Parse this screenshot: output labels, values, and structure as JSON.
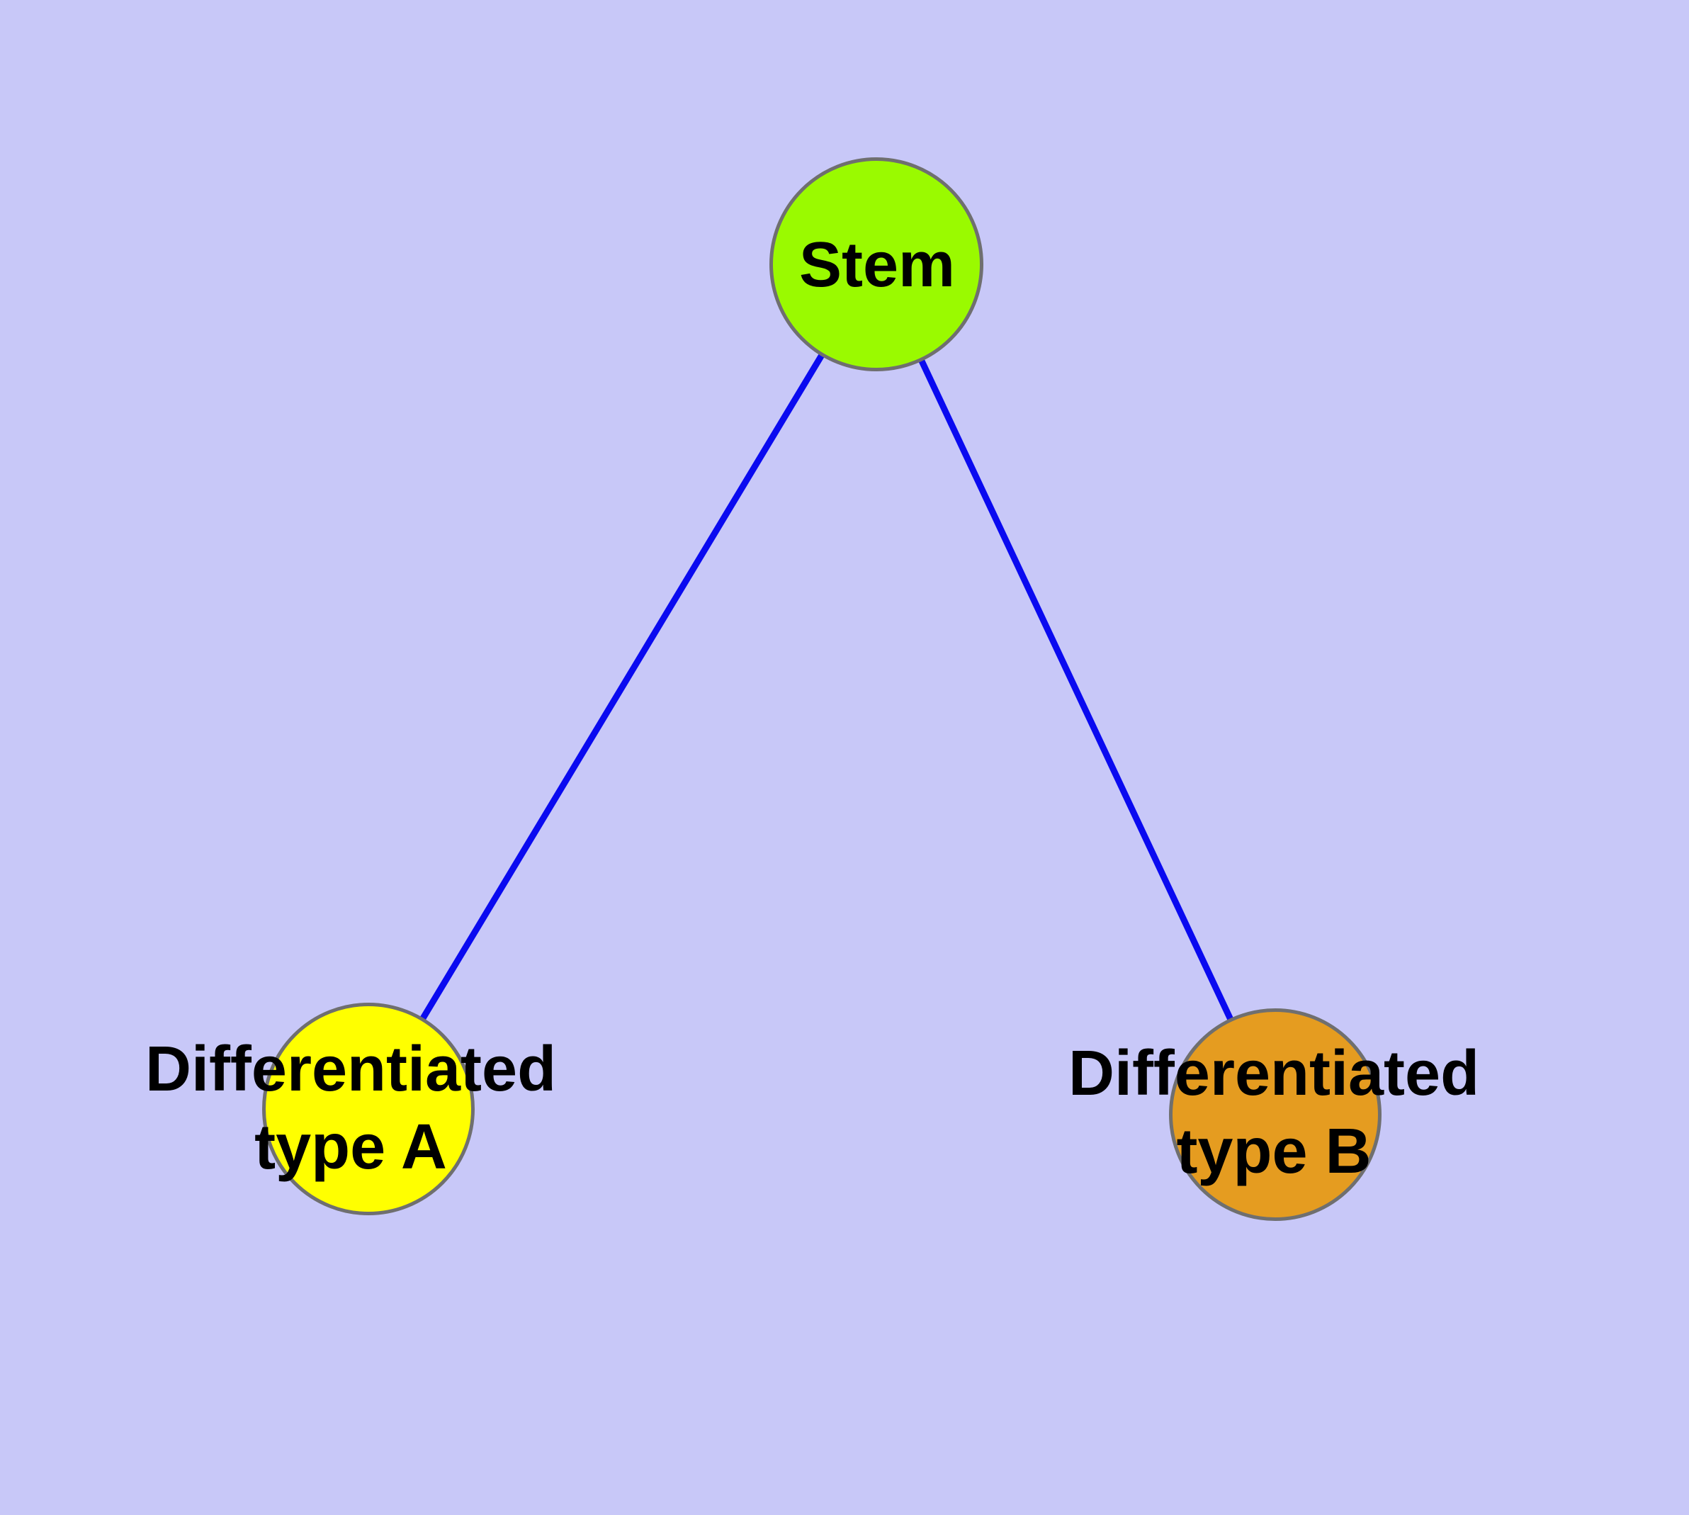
{
  "colors": {
    "background": "#C8C8F8",
    "edge": "#0A0AF0",
    "node_border": "#6F6F6F",
    "stem_fill": "#9AFA00",
    "type_a_fill": "#FFFF00",
    "type_b_fill": "#E59C20",
    "label_text": "#000000"
  },
  "nodes": {
    "stem": {
      "label": "Stem"
    },
    "type_a": {
      "label_line1": "Differentiated",
      "label_line2": "type A"
    },
    "type_b": {
      "label_line1": "Differentiated",
      "label_line2": "type B"
    }
  },
  "edges": [
    {
      "from": "Stem",
      "to": "Differentiated type A"
    },
    {
      "from": "Stem",
      "to": "Differentiated type B"
    }
  ]
}
